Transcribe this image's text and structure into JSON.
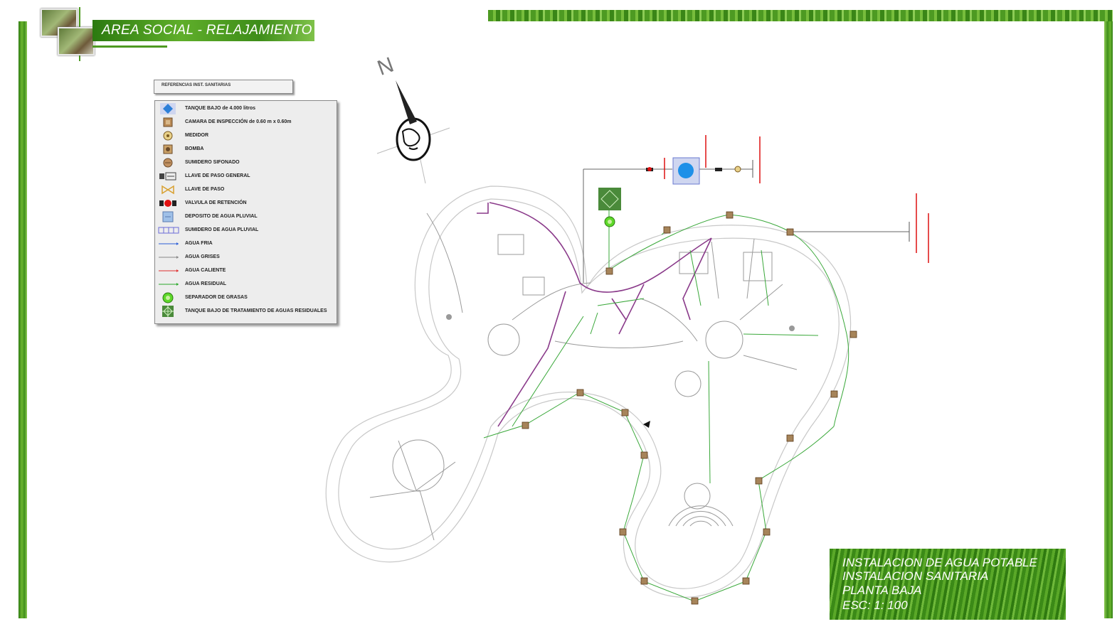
{
  "header": {
    "title": "AREA SOCIAL - RELAJAMIENTO"
  },
  "legend": {
    "heading": "REFERENCIAS INST. SANITARIAS",
    "items": [
      {
        "label": "TANQUE BAJO de 4.000 litros",
        "icon": "tank-icon",
        "color": "#2d7fd8"
      },
      {
        "label": "CAMARA DE INSPECCIÓN de 0.60 m x 0.60m",
        "icon": "inspection-chamber-icon",
        "color": "#b98a55"
      },
      {
        "label": "MEDIDOR",
        "icon": "meter-icon",
        "color": "#c8a24a"
      },
      {
        "label": "BOMBA",
        "icon": "pump-icon",
        "color": "#b98a55"
      },
      {
        "label": "SUMIDERO SIFONADO",
        "icon": "siphon-drain-icon",
        "color": "#c09060"
      },
      {
        "label": "LLAVE DE PASO GENERAL",
        "icon": "general-valve-icon",
        "color": "#444444"
      },
      {
        "label": "LLAVE DE PASO",
        "icon": "valve-icon",
        "color": "#d8a030"
      },
      {
        "label": "VALVULA DE RETENCIÓN",
        "icon": "check-valve-icon",
        "color": "#e01010"
      },
      {
        "label": "DEPOSITO DE AGUA PLUVIAL",
        "icon": "rainwater-tank-icon",
        "color": "#9fc0e8"
      },
      {
        "label": "SUMIDERO DE AGUA PLUVIAL",
        "icon": "rain-drain-icon",
        "color": "#6b6bd8"
      },
      {
        "label": "AGUA FRIA",
        "icon": "cold-water-line-icon",
        "color": "#2d5fd8"
      },
      {
        "label": "AGUA GRISES",
        "icon": "grey-water-line-icon",
        "color": "#888888"
      },
      {
        "label": "AGUA CALIENTE",
        "icon": "hot-water-line-icon",
        "color": "#e03030"
      },
      {
        "label": "AGUA RESIDUAL",
        "icon": "waste-water-line-icon",
        "color": "#2aa82a"
      },
      {
        "label": "SEPARADOR DE GRASAS",
        "icon": "grease-separator-icon",
        "color": "#5ed82a"
      },
      {
        "label": "TANQUE BAJO DE TRATAMIENTO DE AGUAS RESIDUALES",
        "icon": "treatment-tank-icon",
        "color": "#4a8a3a"
      }
    ]
  },
  "compass": {
    "letter": "N"
  },
  "title_block": {
    "lines": [
      "INSTALACION DE AGUA POTABLE",
      "INSTALACION SANITARIA",
      "PLANTA BAJA",
      "ESC: 1: 100"
    ]
  },
  "colors": {
    "brand_green": "#3e8d19",
    "cold_water": "#2d5fd8",
    "waste_water": "#2aa82a",
    "hot_water": "#e03030",
    "grey_water": "#888888",
    "hot_pipe": "#8a3a8a",
    "chamber": "#a6845a"
  }
}
